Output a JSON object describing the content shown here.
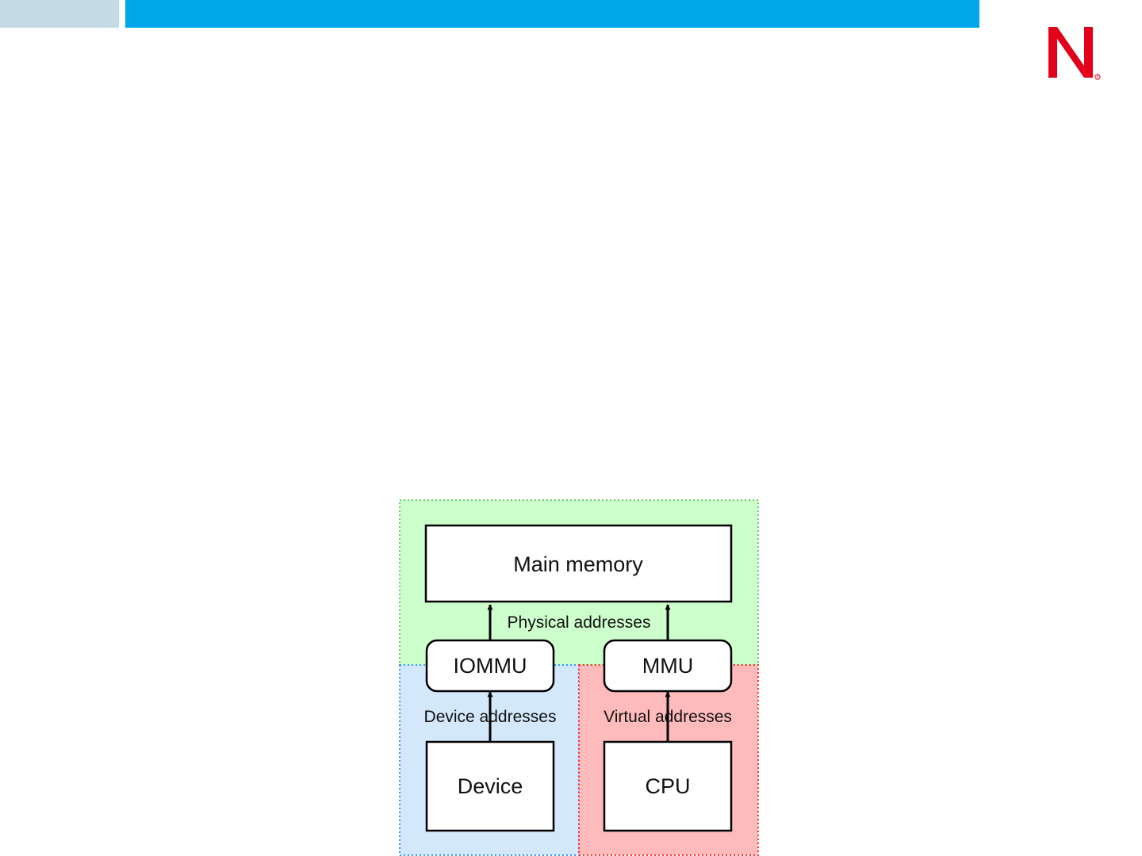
{
  "colors": {
    "header_bar": "#00a7ea",
    "header_bar_light": "#c4dbe6",
    "logo_red": "#e2001a",
    "physical_region_fill": "#ccffcc",
    "physical_region_border": "#66cc66",
    "device_region_fill": "#d4e8fb",
    "device_region_border": "#3399ff",
    "virtual_region_fill": "#ffbbbb",
    "virtual_region_border": "#ff3333"
  },
  "logo": {
    "icon": "novell-n-logo-icon"
  },
  "diagram": {
    "nodes": {
      "main_memory": "Main memory",
      "iommu": "IOMMU",
      "mmu": "MMU",
      "device": "Device",
      "cpu": "CPU"
    },
    "labels": {
      "physical": "Physical addresses",
      "device": "Device addresses",
      "virtual": "Virtual addresses"
    }
  }
}
